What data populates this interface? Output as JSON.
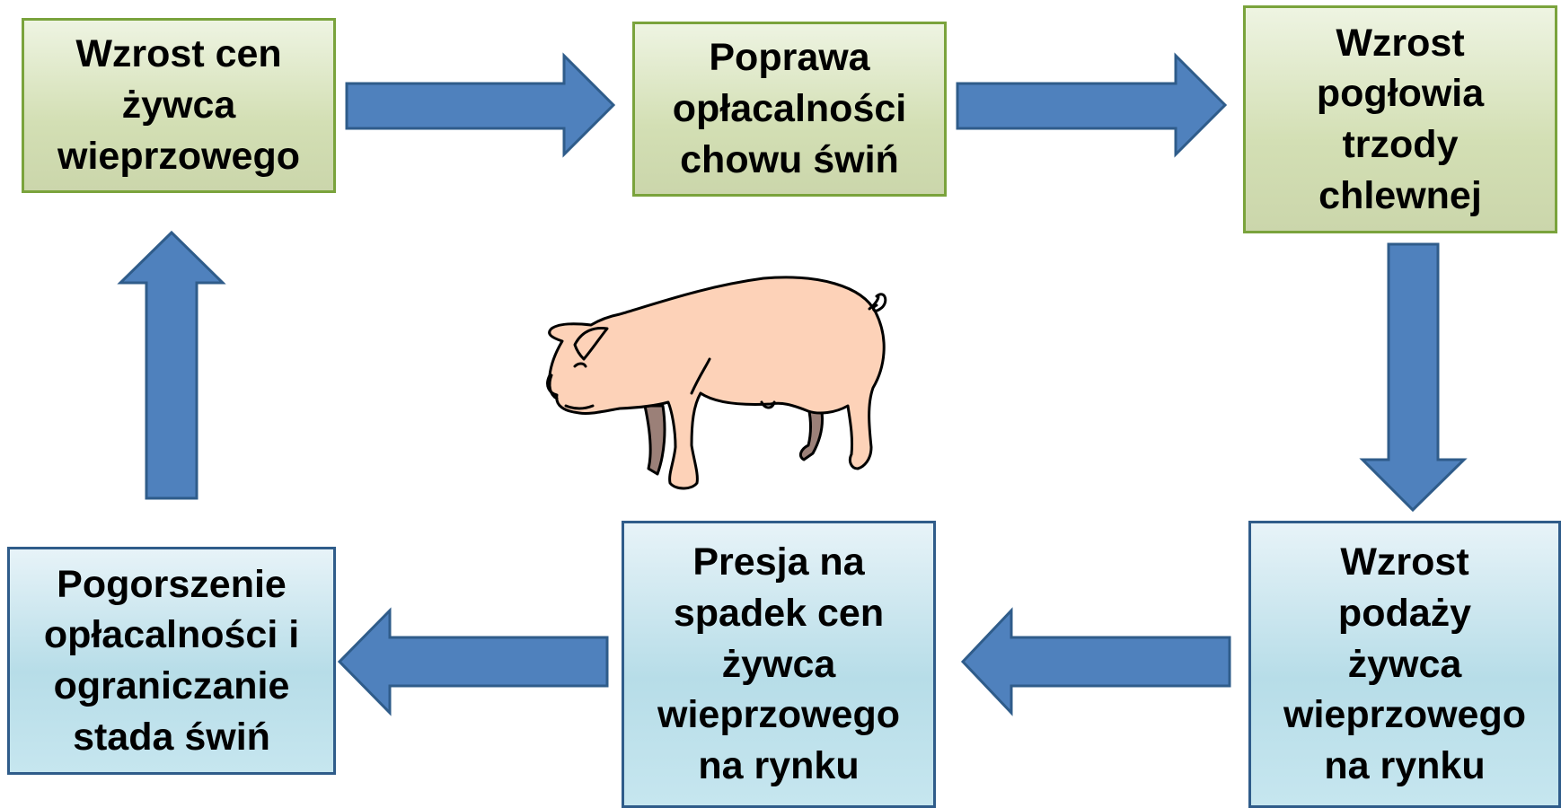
{
  "colors": {
    "arrow_fill": "#4f81bd",
    "arrow_stroke": "#2f5c8a",
    "green_border": "#7aa33c",
    "blue_border": "#2f5c8a",
    "pig_body": "#fdd2b8",
    "pig_legs_dark": "#9b8078"
  },
  "boxes": {
    "b1": "Wzrost cen\nżywca\nwieprzowego",
    "b2": "Poprawa\nopłacalności\nchowu świń",
    "b3": "Wzrost\npogłowia\ntrzody\nchlewnej",
    "b4": "Wzrost\npodaży\nżywca\nwieprzowego\nna rynku",
    "b5": "Presja na\nspadek cen\nżywca\nwieprzowego\nna rynku",
    "b6": "Pogorszenie\nopłacalności i\nograniczanie\nstada świń"
  },
  "icons": {
    "arrows": [
      "arrow-right-icon",
      "arrow-right-icon",
      "arrow-down-icon",
      "arrow-left-icon",
      "arrow-left-icon",
      "arrow-up-icon"
    ],
    "illustration": "pig-icon"
  }
}
